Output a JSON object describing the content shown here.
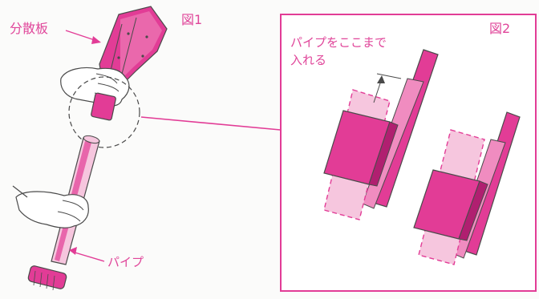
{
  "figure1": {
    "label": "図1"
  },
  "figure2": {
    "label": "図2"
  },
  "labels": {
    "diffuser_plate": "分散板",
    "pipe": "パイプ",
    "insert_pipe_line1": "パイプをここまで",
    "insert_pipe_line2": "入れる"
  },
  "colors": {
    "magenta": "#e23c96",
    "light_pink": "#f6c6de",
    "outline": "#4a4a4a",
    "text": "#e0469a"
  }
}
